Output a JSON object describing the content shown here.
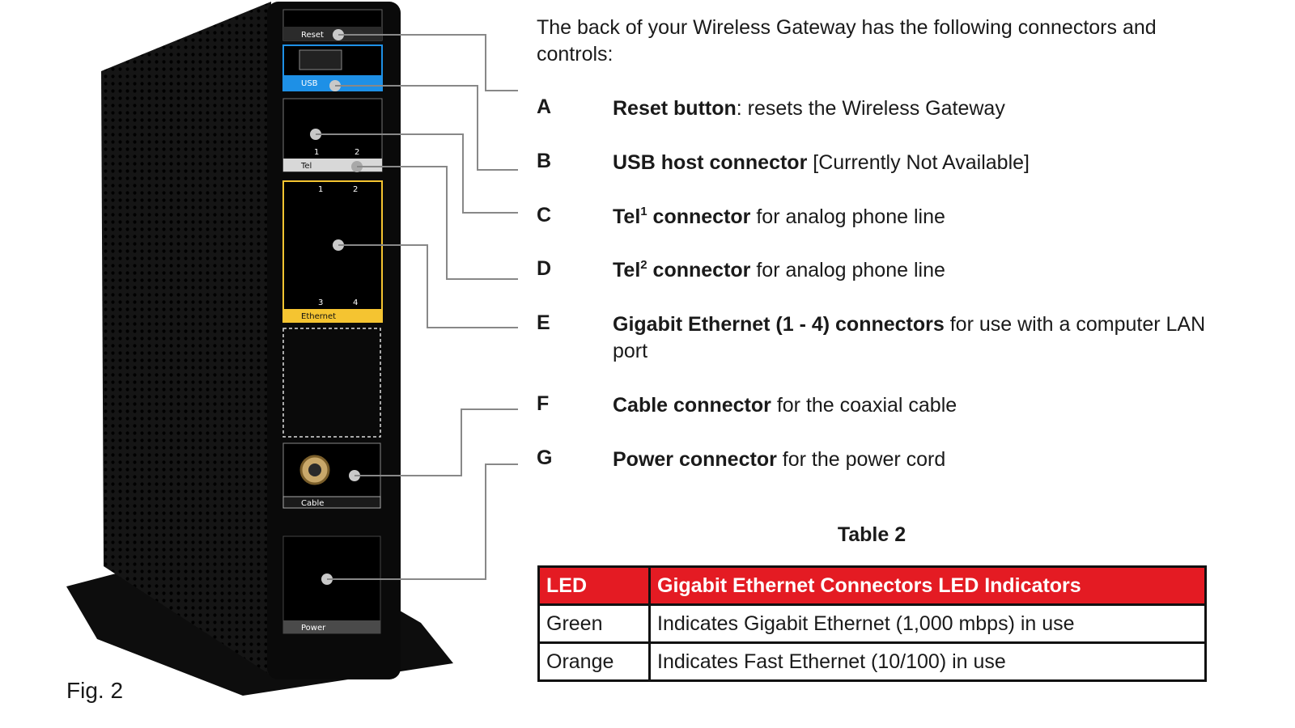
{
  "device": {
    "reset_label": "Reset",
    "usb_label": "USB",
    "tel_label": "Tel",
    "tel_port_1": "1",
    "tel_port_2": "2",
    "eth_label": "Ethernet",
    "eth_port_1": "1",
    "eth_port_2": "2",
    "eth_port_3": "3",
    "eth_port_4": "4",
    "cable_label": "Cable",
    "power_label": "Power"
  },
  "figure_caption": "Fig. 2",
  "intro": "The back of your Wireless Gateway has the following connectors and controls:",
  "items": [
    {
      "letter": "A",
      "bold": "Reset button",
      "sup": "",
      "rest": ": resets the Wireless Gateway"
    },
    {
      "letter": "B",
      "bold": "USB host connector",
      "sup": "",
      "rest": " [Currently Not Available]"
    },
    {
      "letter": "C",
      "bold": "Tel",
      "sup": "1",
      "bold_after": " connector",
      "rest": " for analog phone line"
    },
    {
      "letter": "D",
      "bold": "Tel",
      "sup": "2",
      "bold_after": " connector",
      "rest": " for analog phone line"
    },
    {
      "letter": "E",
      "bold": "Gigabit Ethernet (1 - 4) connectors",
      "sup": "",
      "rest": " for use with a computer LAN port"
    },
    {
      "letter": "F",
      "bold": "Cable connector",
      "sup": "",
      "rest": " for the coaxial cable"
    },
    {
      "letter": "G",
      "bold": "Power connector",
      "sup": "",
      "rest": " for the power cord"
    }
  ],
  "table": {
    "title": "Table 2",
    "headers": [
      "LED",
      "Gigabit Ethernet Connectors LED Indicators"
    ],
    "rows": [
      [
        "Green",
        "Indicates Gigabit Ethernet (1,000 mbps) in use"
      ],
      [
        "Orange",
        "Indicates Fast Ethernet (10/100) in use"
      ]
    ]
  },
  "colors": {
    "header_red": "#e41b23",
    "usb_blue": "#1e90e6",
    "ethernet_yellow": "#f5c431",
    "device_black": "#111111"
  }
}
